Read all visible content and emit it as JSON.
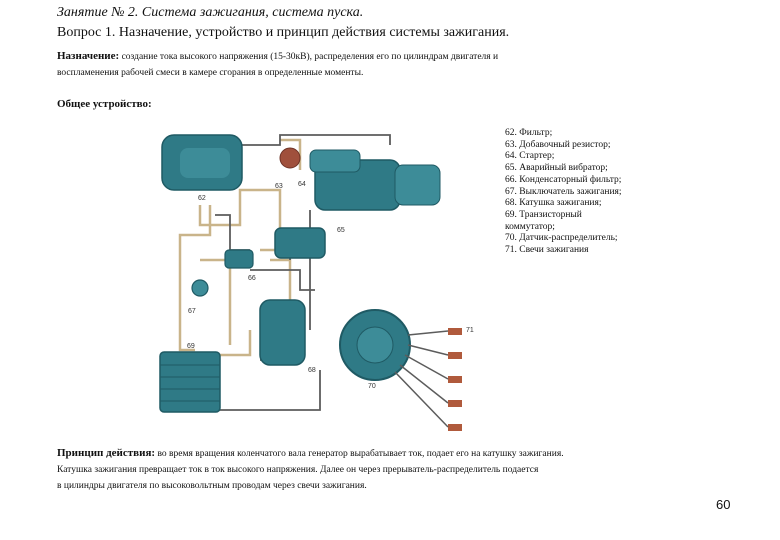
{
  "header": {
    "lesson": "Занятие № 2. Система зажигания, система пуска.",
    "question": "Вопрос 1. Назначение, устройство и принцип действия системы зажигания."
  },
  "purpose": {
    "label": "Назначение:",
    "line1": "создание тока высокого напряжения (15-30кВ), распределения его по цилиндрам двигателя и",
    "line2": "воспламенения рабочей смеси в камере сгорания в определенные моменты."
  },
  "general": {
    "heading": "Общее устройство:"
  },
  "legend": [
    "62. Фильтр;",
    "63. Добавочный резистор;",
    "64. Стартер;",
    "65. Аварийный вибратор;",
    "66. Конденсаторный фильтр;",
    "67. Выключатель зажигания;",
    "68. Катушка зажигания;",
    "69. Транзисторный",
    "коммутатор;",
    "70. Датчик-распределитель;",
    "71. Свечи зажигания"
  ],
  "diagram": {
    "labels": [
      "62",
      "63",
      "64",
      "65",
      "66",
      "67",
      "68",
      "69",
      "70",
      "71"
    ],
    "colors": {
      "device": "#2f7a86",
      "device_dark": "#1f5a64",
      "wire_beige": "#c9b48a",
      "wire_dark": "#5c5c5c",
      "resistor": "#a0503c",
      "plug": "#b05a3c"
    }
  },
  "principle": {
    "label": "Принцип действия:",
    "line1": "во время вращения коленчатого вала генератор вырабатывает ток, подает его на катушку зажигания.",
    "line2": "Катушка зажигания превращает ток в ток высокого напряжения. Далее он через прерыватель-распределитель подается",
    "line3": "в цилиндры двигателя по высоковольтным проводам через свечи зажигания."
  },
  "page": {
    "number": "60"
  }
}
